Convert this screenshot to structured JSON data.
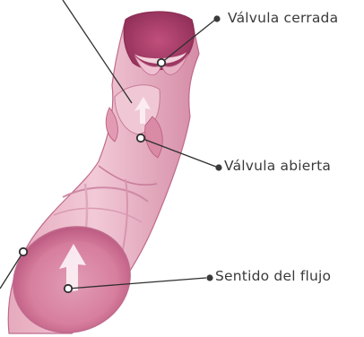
{
  "labels": {
    "closed_valve": "Válvula cerrada",
    "open_valve": "Válvula abierta",
    "flow_direction": "Sentido del flujo"
  },
  "colors": {
    "tissue_light": "#efc3d1",
    "tissue_mid": "#d98aa5",
    "tissue_dark": "#b34f78",
    "lumen_inner": "#c76791",
    "valve_cusp": "#f3d2dc",
    "arrow": "#fbeef3",
    "leader_line": "#2f2f2f"
  },
  "icons": {
    "flow_arrow": "up-arrow-icon"
  }
}
